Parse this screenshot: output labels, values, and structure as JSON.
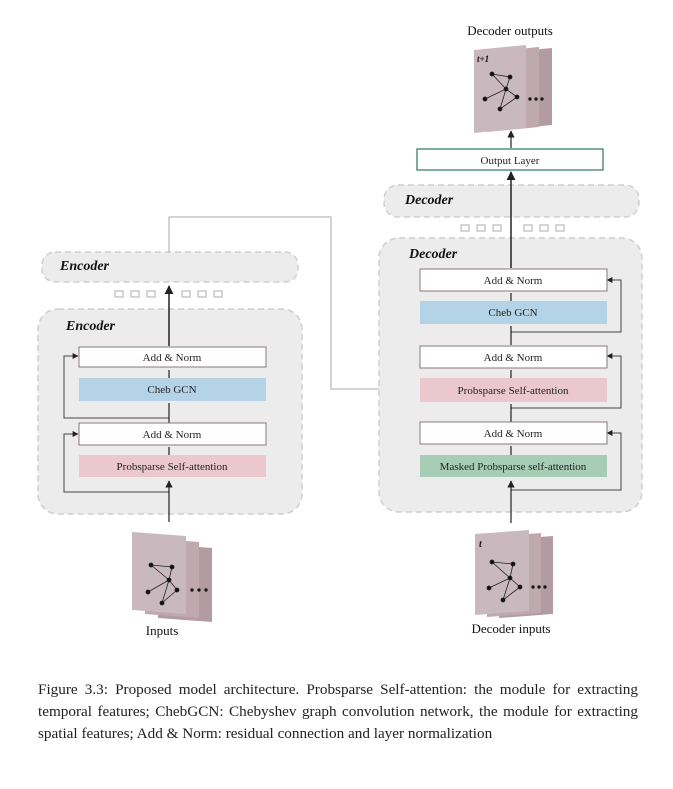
{
  "diagram": {
    "encoder": {
      "stack_title": "Encoder",
      "block_title": "Encoder",
      "layers": [
        "Add & Norm",
        "Cheb GCN",
        "Add & Norm",
        "Probsparse Self-attention"
      ],
      "input_label": "Inputs"
    },
    "decoder": {
      "stack_title": "Decoder",
      "block_title": "Decoder",
      "layers": [
        "Add & Norm",
        "Cheb GCN",
        "Add & Norm",
        "Probsparse Self-attention",
        "Add & Norm",
        "Masked Probsparse self-attention"
      ],
      "input_label": "Decoder inputs",
      "input_time_label": "t",
      "output_layer": "Output Layer",
      "output_label": "Decoder outputs",
      "output_time_label": "t+1"
    },
    "colors": {
      "add_norm_fill": "#ffffff",
      "add_norm_border": "#8a7a7a",
      "cheb_gcn": "#b5d3e6",
      "probsparse": "#ebc8cd",
      "masked": "#a7cdb6",
      "output_border": "#2a7a5a",
      "container": "#ececec",
      "graph_card_front": "#c9b8bd",
      "graph_card_back": "#b39ba3"
    }
  },
  "caption": "Figure 3.3: Proposed model architecture. Probsparse Self-attention: the module for extracting temporal features; ChebGCN: Chebyshev graph convolution network, the module for extracting spatial features; Add & Norm: residual connection and layer normalization"
}
